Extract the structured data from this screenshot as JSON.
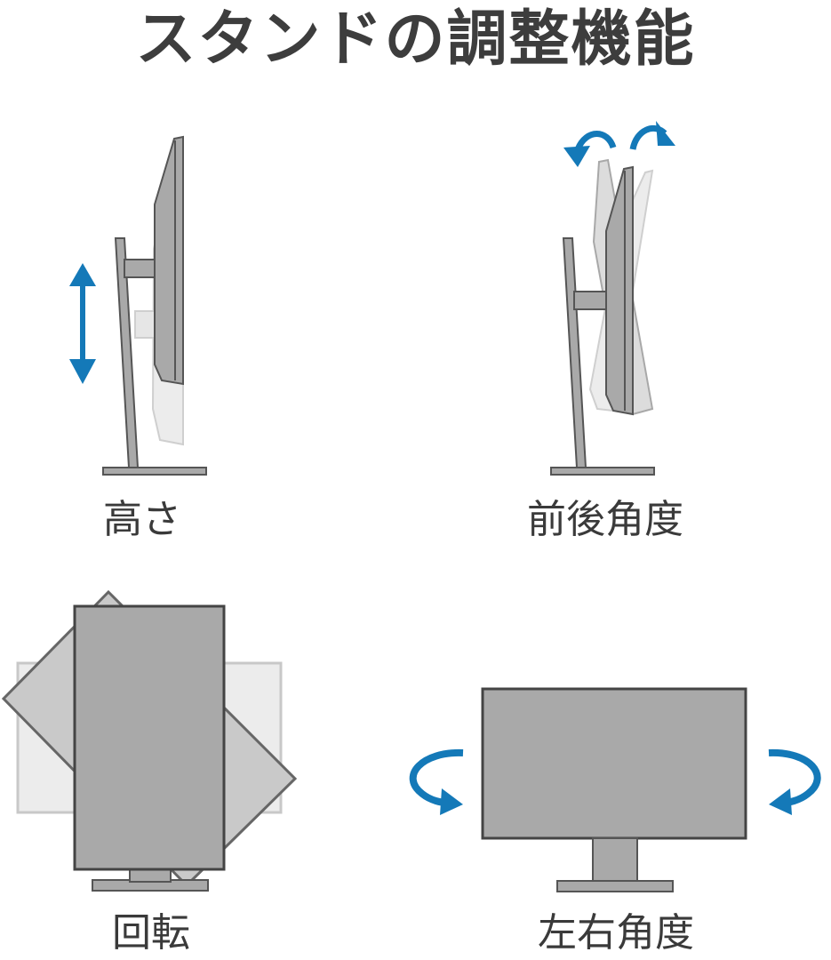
{
  "title": "スタンドの調整機能",
  "colors": {
    "monitor_fill": "#a9a9a9",
    "monitor_stroke": "#555555",
    "ghost_fill": "#e3e3e3",
    "ghost_stroke": "#c2c2c2",
    "arrow": "#1479b8"
  },
  "panels": {
    "height": {
      "label": "高さ",
      "icon": "double-arrow-vertical-icon"
    },
    "tilt": {
      "label": "前後角度",
      "icon": "tilt-arrows-icon"
    },
    "pivot": {
      "label": "回転",
      "icon": "pivot-rotation-icon"
    },
    "swivel": {
      "label": "左右角度",
      "icon": "swivel-arrows-icon"
    }
  }
}
